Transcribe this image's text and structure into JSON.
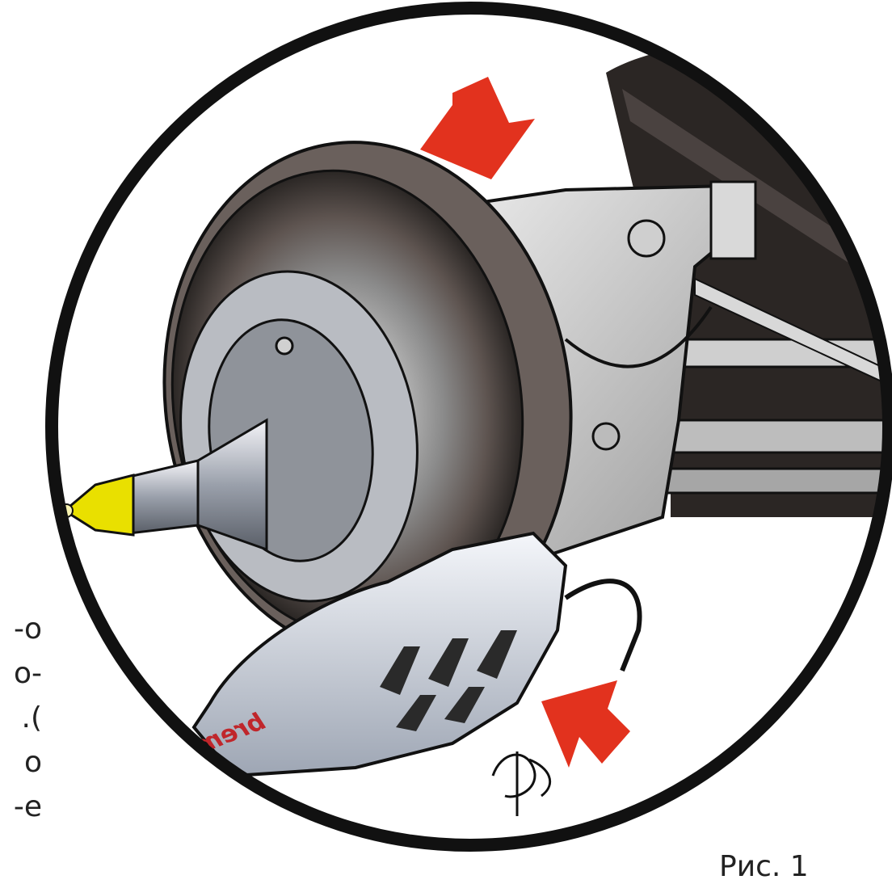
{
  "illustration": {
    "subject": "brembo brake caliper and disc assembly",
    "caliper_brand": "brembo",
    "colors": {
      "frame": "#111111",
      "arrow": "#e2321e",
      "caliper_text": "#c0262b",
      "nose_cone": "#e9e000"
    }
  },
  "side_text": {
    "lines": [
      "о-",
      "-о",
      ").",
      "о",
      "е-"
    ]
  },
  "caption": "Рис. 1"
}
